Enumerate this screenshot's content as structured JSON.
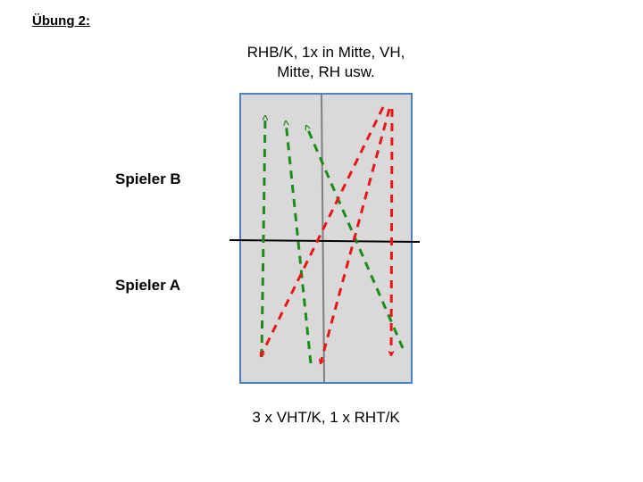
{
  "title": "Übung 2:",
  "instruction_top": {
    "line1": "RHB/K, 1x in Mitte, VH,",
    "line2": "Mitte, RH usw."
  },
  "players": {
    "b": "Spieler B",
    "a": "Spieler A"
  },
  "instruction_bottom": "3 x VHT/K, 1 x RHT/K",
  "colors": {
    "table_fill": "#d9d9d9",
    "table_border": "#4f81bd",
    "center_line": "#7f7f7f",
    "net": "#000000",
    "green_arrow": "#1e8a1e",
    "red_arrow": "#e8161a"
  }
}
